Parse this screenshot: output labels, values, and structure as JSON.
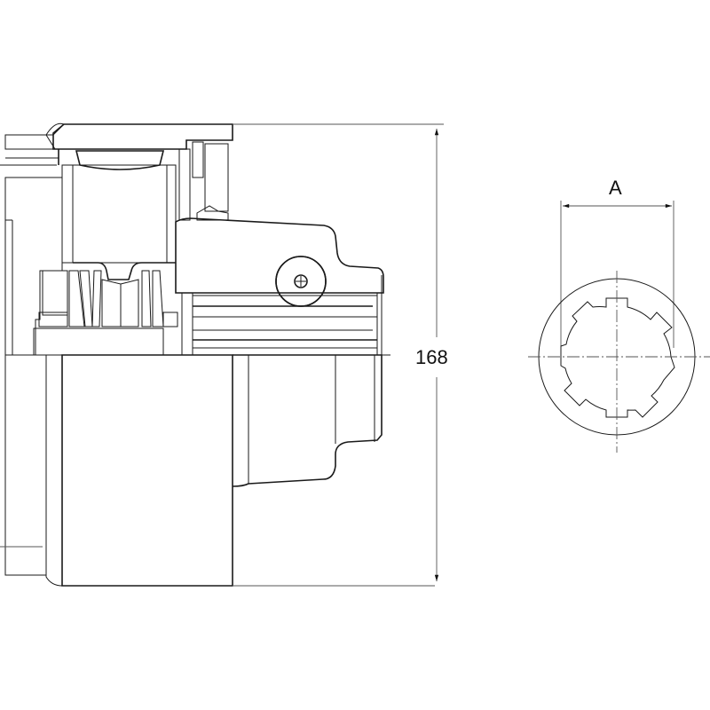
{
  "drawing": {
    "title": "PTO shaft clutch / spline hub section drawing",
    "views": [
      "side-section-view",
      "spline-bore-end-view"
    ]
  },
  "dimensions": {
    "overall_height": {
      "label": "168",
      "orientation": "vertical"
    },
    "spline_width": {
      "label": "A",
      "orientation": "horizontal"
    }
  },
  "spline": {
    "teeth_count": 8
  },
  "colors": {
    "line": "#1a1a1a",
    "dimension_line": "#555555",
    "shaded_chamfer": "#c8c8c8",
    "background": "#ffffff"
  }
}
